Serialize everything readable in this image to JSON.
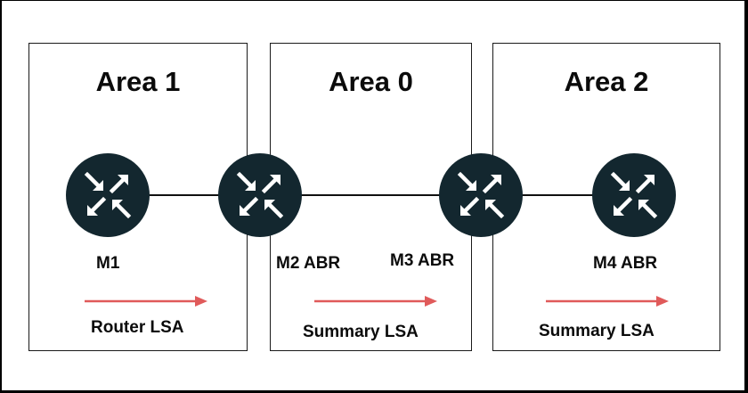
{
  "areas": [
    {
      "title": "Area 1",
      "lsa": "Router LSA"
    },
    {
      "title": "Area 0",
      "lsa": "Summary LSA"
    },
    {
      "title": "Area 2",
      "lsa": "Summary LSA"
    }
  ],
  "routers": [
    {
      "label": "M1",
      "icon": "router-icon"
    },
    {
      "label": "M2 ABR",
      "icon": "router-icon"
    },
    {
      "label": "M3 ABR",
      "icon": "router-icon"
    },
    {
      "label": "M4 ABR",
      "icon": "router-icon"
    }
  ],
  "colors": {
    "router_fill": "#13272f",
    "arrow": "#e05a5a",
    "border": "#1a1a1a"
  }
}
